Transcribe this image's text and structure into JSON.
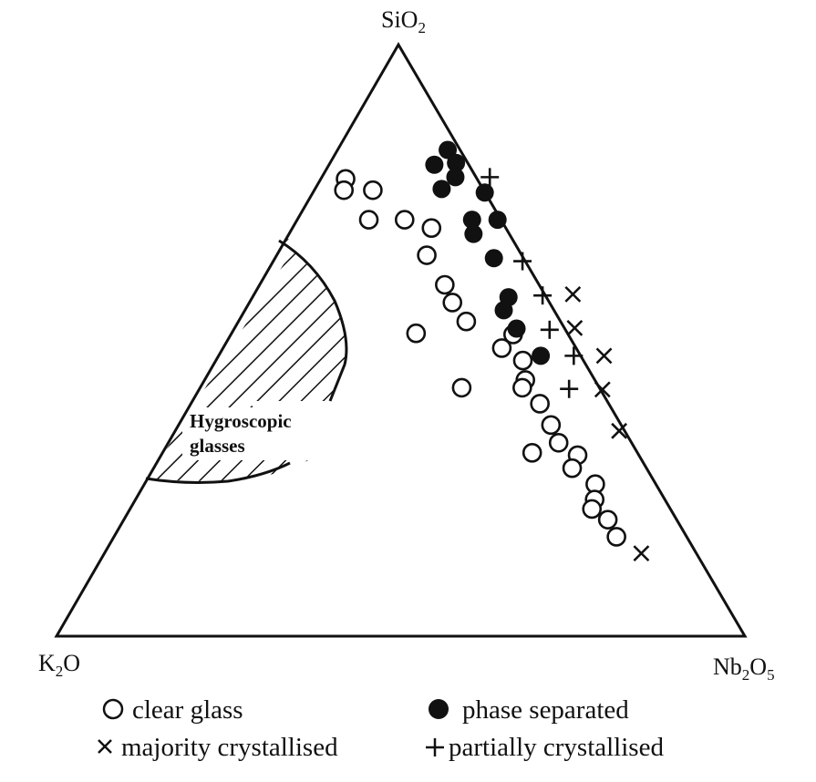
{
  "chart_data": {
    "type": "ternary-scatter",
    "vertices": {
      "top": {
        "main": "SiO",
        "sub": "2"
      },
      "left": {
        "main": "K",
        "sub": "2",
        "tail": "O"
      },
      "right": {
        "main": "Nb",
        "sub": "2",
        "tail": "O",
        "sub2": "5"
      }
    },
    "region": {
      "line1": "Hygroscopic",
      "line2": "glasses"
    },
    "legend": {
      "clear_glass": "clear glass",
      "phase_separated": "phase separated",
      "majority_crystallised": "majority crystallised",
      "partially_crystallised": "partially crystallised"
    },
    "series": [
      {
        "name": "clear glass",
        "marker": "open-circle",
        "points": [
          [
            0.773,
            0.191,
            0.036
          ],
          [
            0.754,
            0.203,
            0.043
          ],
          [
            0.754,
            0.161,
            0.085
          ],
          [
            0.704,
            0.192,
            0.104
          ],
          [
            0.704,
            0.14,
            0.156
          ],
          [
            0.69,
            0.108,
            0.202
          ],
          [
            0.644,
            0.138,
            0.218
          ],
          [
            0.594,
            0.137,
            0.269
          ],
          [
            0.564,
            0.141,
            0.295
          ],
          [
            0.532,
            0.137,
            0.331
          ],
          [
            0.512,
            0.22,
            0.268
          ],
          [
            0.51,
            0.08,
            0.41
          ],
          [
            0.487,
            0.108,
            0.405
          ],
          [
            0.466,
            0.088,
            0.446
          ],
          [
            0.433,
            0.101,
            0.466
          ],
          [
            0.42,
            0.2,
            0.38
          ],
          [
            0.42,
            0.112,
            0.468
          ],
          [
            0.393,
            0.1,
            0.507
          ],
          [
            0.357,
            0.102,
            0.541
          ],
          [
            0.327,
            0.106,
            0.567
          ],
          [
            0.31,
            0.153,
            0.537
          ],
          [
            0.306,
            0.089,
            0.605
          ],
          [
            0.284,
            0.108,
            0.608
          ],
          [
            0.257,
            0.088,
            0.655
          ],
          [
            0.231,
            0.102,
            0.667
          ],
          [
            0.215,
            0.114,
            0.671
          ],
          [
            0.197,
            0.1,
            0.703
          ],
          [
            0.168,
            0.102,
            0.73
          ]
        ]
      },
      {
        "name": "phase separated",
        "points": [
          [
            0.822,
            0.018,
            0.16
          ],
          [
            0.8,
            0.017,
            0.183
          ],
          [
            0.797,
            0.05,
            0.153
          ],
          [
            0.776,
            0.03,
            0.194
          ],
          [
            0.756,
            0.06,
            0.184
          ],
          [
            0.751,
            0.001,
            0.249
          ],
          [
            0.704,
            0.042,
            0.254
          ],
          [
            0.704,
            0.005,
            0.291
          ],
          [
            0.68,
            0.052,
            0.268
          ],
          [
            0.639,
            0.043,
            0.318
          ],
          [
            0.573,
            0.055,
            0.372
          ],
          [
            0.551,
            0.073,
            0.376
          ],
          [
            0.52,
            0.07,
            0.41
          ],
          [
            0.474,
            0.058,
            0.468
          ]
        ]
      },
      {
        "name": "partially crystallised",
        "points": [
          [
            0.776,
            -0.02,
            0.244
          ],
          [
            0.634,
            0.004,
            0.362
          ],
          [
            0.576,
            0.004,
            0.42
          ],
          [
            0.518,
            0.023,
            0.459
          ],
          [
            0.474,
            0.01,
            0.516
          ],
          [
            0.418,
            0.045,
            0.537
          ]
        ]
      },
      {
        "name": "majority crystallised",
        "points": [
          [
            0.578,
            -0.041,
            0.463
          ],
          [
            0.521,
            -0.015,
            0.494
          ],
          [
            0.474,
            -0.034,
            0.56
          ],
          [
            0.417,
            -0.003,
            0.586
          ],
          [
            0.347,
            0.008,
            0.645
          ],
          [
            0.14,
            0.08,
            0.78
          ]
        ]
      }
    ],
    "grid": false
  }
}
